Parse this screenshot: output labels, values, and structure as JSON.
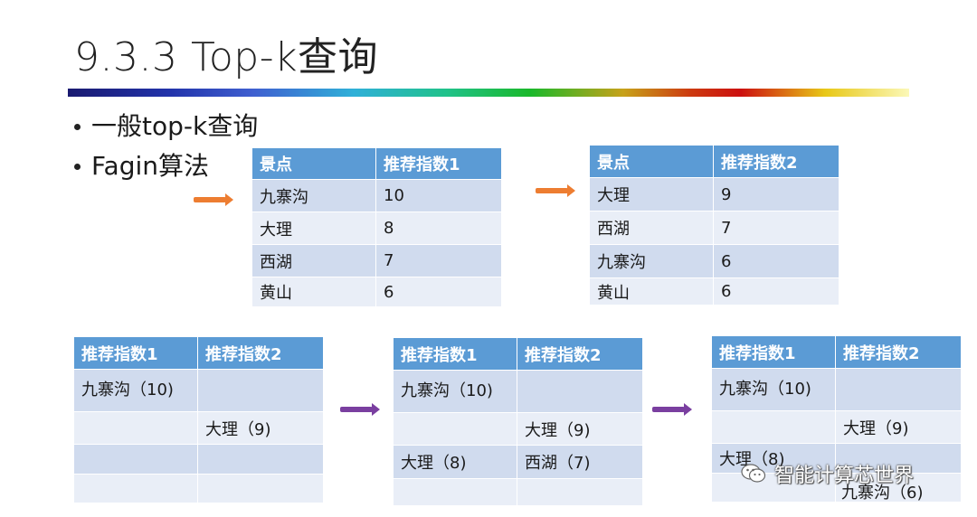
{
  "slide": {
    "title": "9.3.3 Top-k查询",
    "bullets": [
      "一般top-k查询",
      "Fagin算法"
    ]
  },
  "list1": {
    "headers": [
      "景点",
      "推荐指数1"
    ],
    "rows": [
      [
        "九寨沟",
        "10"
      ],
      [
        "大理",
        "8"
      ],
      [
        "西湖",
        "7"
      ],
      [
        "黄山",
        "6"
      ]
    ]
  },
  "list2": {
    "headers": [
      "景点",
      "推荐指数2"
    ],
    "rows": [
      [
        "大理",
        "9"
      ],
      [
        "西湖",
        "7"
      ],
      [
        "九寨沟",
        "6"
      ],
      [
        "黄山",
        "6"
      ]
    ]
  },
  "step1": {
    "headers": [
      "推荐指数1",
      "推荐指数2"
    ],
    "rows": [
      [
        "九寨沟（10)",
        ""
      ],
      [
        "",
        "大理（9)"
      ],
      [
        "",
        ""
      ],
      [
        "",
        ""
      ]
    ]
  },
  "step2": {
    "headers": [
      "推荐指数1",
      "推荐指数2"
    ],
    "rows": [
      [
        "九寨沟（10)",
        ""
      ],
      [
        "",
        "大理（9)"
      ],
      [
        "大理（8)",
        "西湖（7)"
      ],
      [
        "",
        ""
      ]
    ]
  },
  "step3": {
    "headers": [
      "推荐指数1",
      "推荐指数2"
    ],
    "rows": [
      [
        "九寨沟（10)",
        ""
      ],
      [
        "",
        "大理（9)"
      ],
      [
        "大理（8)",
        ""
      ],
      [
        "",
        ""
      ]
    ],
    "overflow_text": "九寨沟（6)"
  },
  "watermark": {
    "text": "智能计算芯世界",
    "icon": "wechat-icon"
  },
  "colors": {
    "header": "#5b9bd5",
    "row_dark": "#d0dbee",
    "row_light": "#e9eef7",
    "arrow_orange": "#ed7d31",
    "arrow_purple": "#7a3fa0"
  }
}
